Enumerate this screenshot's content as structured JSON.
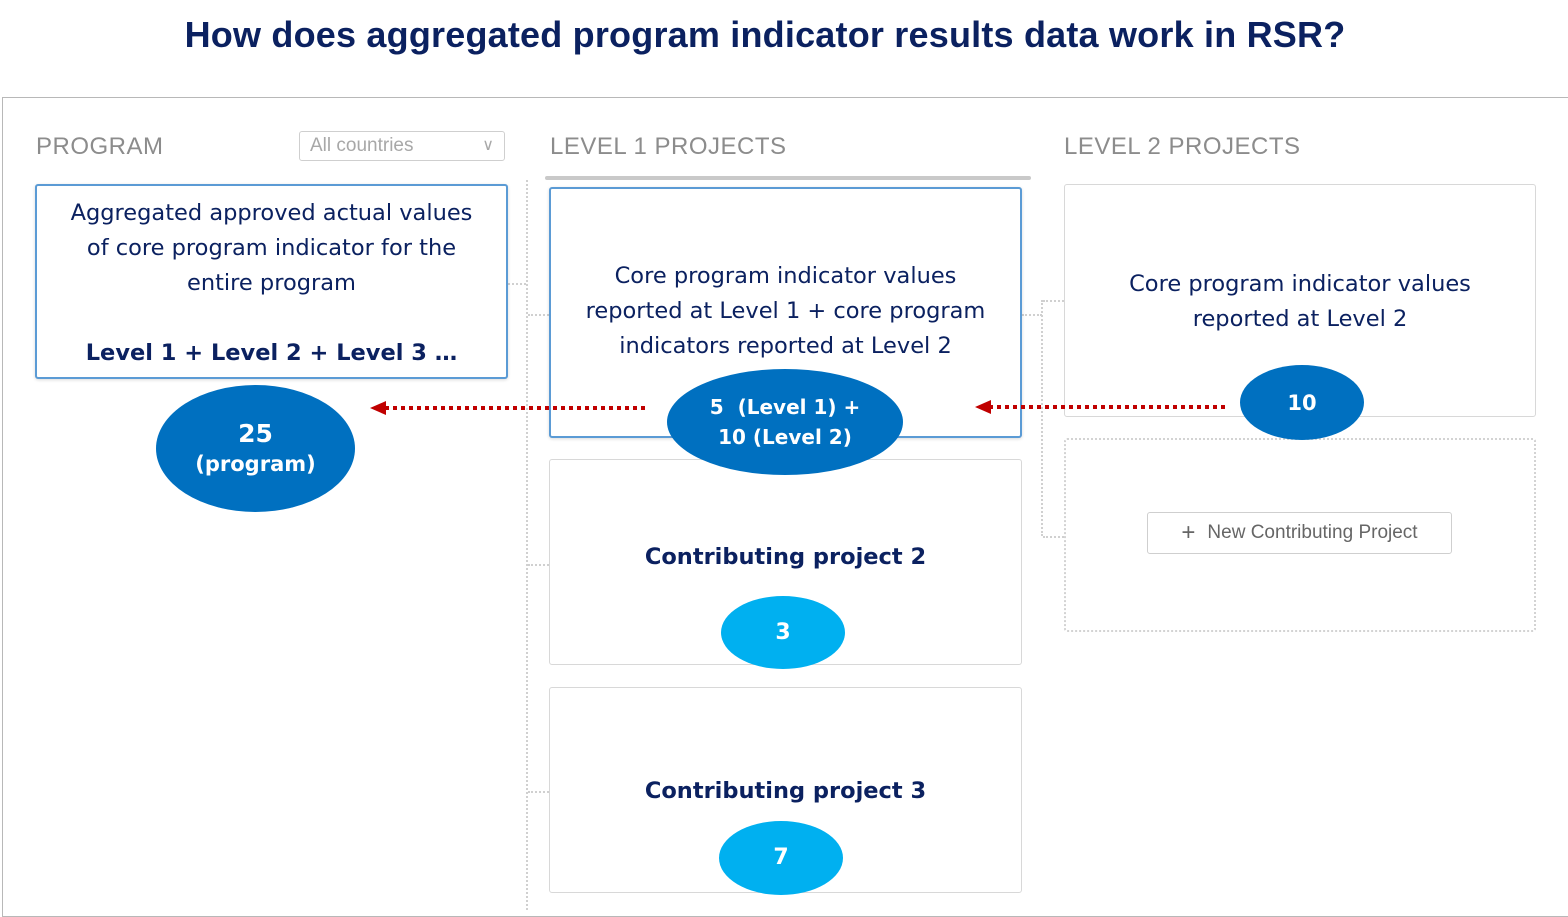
{
  "title": "How does aggregated program indicator results data work in RSR?",
  "columns": {
    "program": "PROGRAM",
    "level1": "LEVEL 1 PROJECTS",
    "level2": "LEVEL 2 PROJECTS"
  },
  "country_select": {
    "value": "All countries"
  },
  "program_card": {
    "line1": "Aggregated approved actual values",
    "line2": "of core program indicator for the",
    "line3": "entire program",
    "formula": "Level 1 + Level 2 + Level 3 …"
  },
  "level1_card": {
    "line1": "Core program indicator values",
    "line2": "reported at Level 1 + core program",
    "line3": "indicators reported at Level 2"
  },
  "level2_card": {
    "line1": "Core program indicator values",
    "line2": "reported at Level 2"
  },
  "contrib2": {
    "label": "Contributing project 2",
    "value": "3"
  },
  "contrib3": {
    "label": "Contributing project 3",
    "value": "7"
  },
  "bubbles": {
    "program_value": "25",
    "program_sub": "(program)",
    "level1_line1": "5  (Level 1) +",
    "level1_line2": "10 (Level 2)",
    "level2_value": "10"
  },
  "new_project_button": "New Contributing Project",
  "colors": {
    "title": "#0b2160",
    "dark_bubble": "#0070c0",
    "light_bubble": "#00b0f0",
    "arrow": "#c00000"
  }
}
